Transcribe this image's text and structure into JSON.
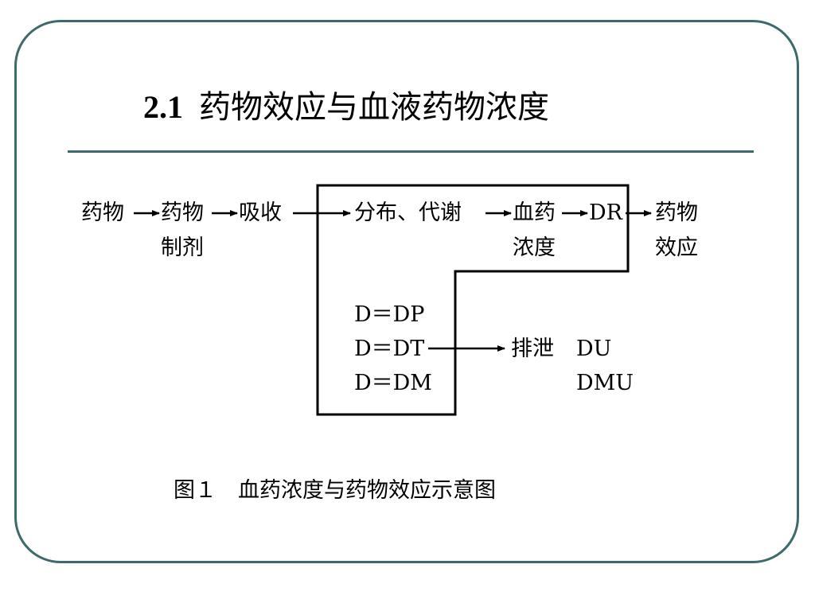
{
  "slide": {
    "title_number": "2.1",
    "title_text": "药物效应与血液药物浓度",
    "caption": "图１　血药浓度与药物效应示意图"
  },
  "diagram": {
    "nodes": {
      "drug": "药物",
      "formulation_l1": "药物",
      "formulation_l2": "制剂",
      "absorption": "吸收",
      "distribution": "分布、代谢",
      "blood_l1": "血药",
      "blood_l2": "浓度",
      "dr": "DR",
      "effect_l1": "药物",
      "effect_l2": "效应",
      "dp": "D＝DP",
      "dt": "D＝DT",
      "dm": "D＝DM",
      "excretion": "排泄",
      "du": "DU",
      "dmu": "DMU"
    }
  }
}
